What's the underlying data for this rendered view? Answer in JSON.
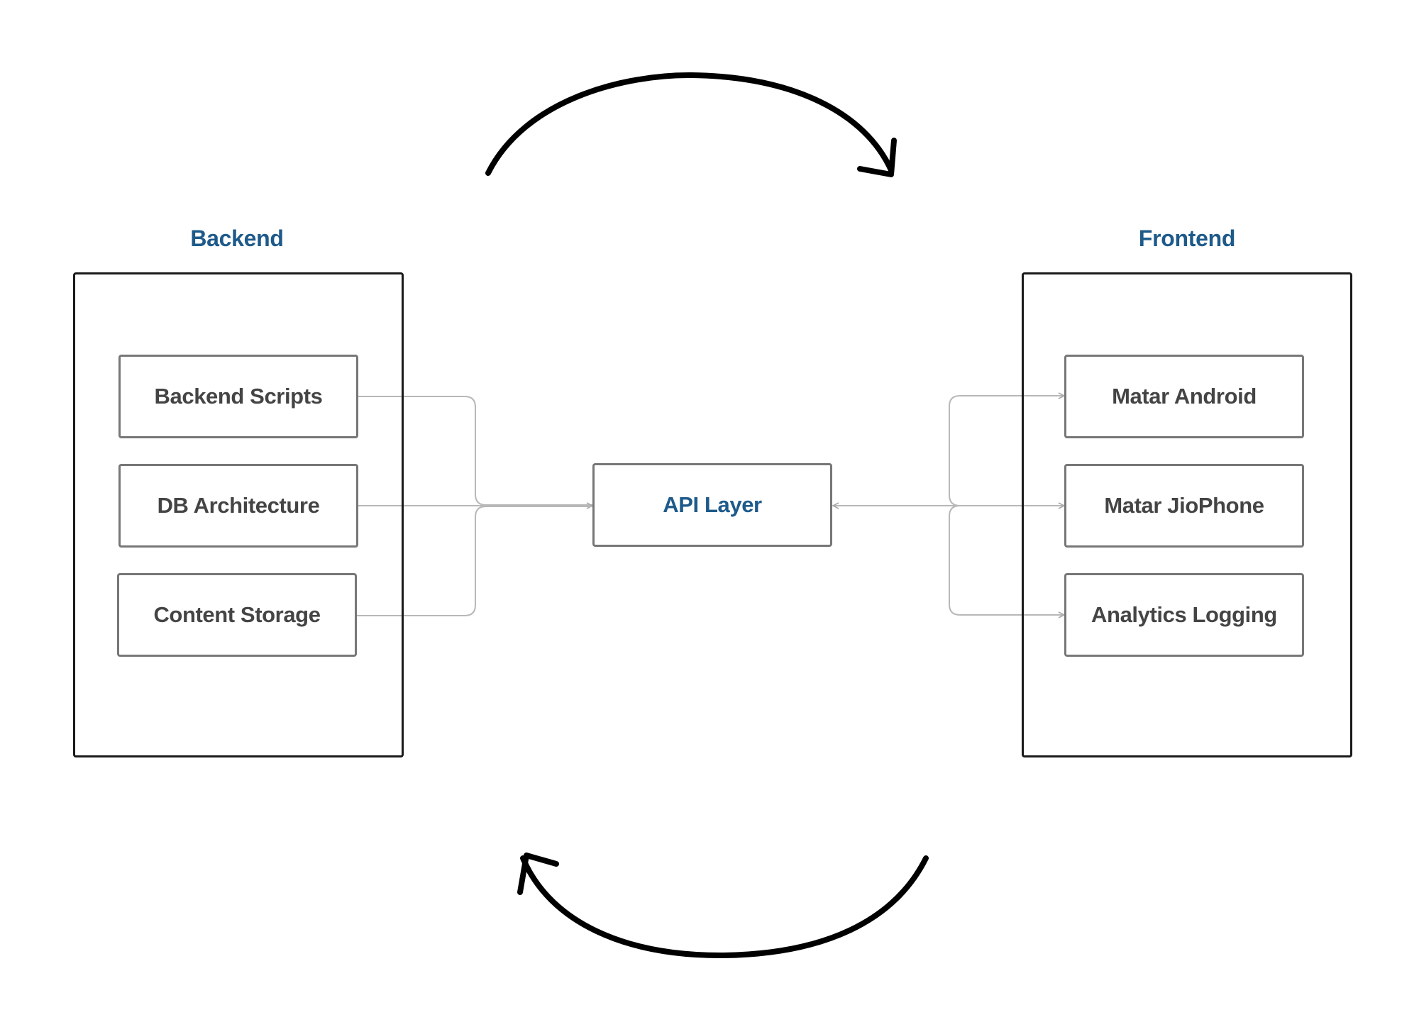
{
  "diagram": {
    "groups": {
      "backend": {
        "title": "Backend",
        "items": [
          "Backend Scripts",
          "DB Architecture",
          "Content Storage"
        ]
      },
      "frontend": {
        "title": "Frontend",
        "items": [
          "Matar Android",
          "Matar JioPhone",
          "Analytics Logging"
        ]
      }
    },
    "center": {
      "label": "API Layer"
    },
    "colors": {
      "title_blue": "#1e5a8a",
      "node_text": "#444444",
      "node_border": "#777777",
      "connector": "#b0b0b0",
      "frame_border": "#1a1a1a",
      "cycle_arrow": "#000000"
    }
  }
}
